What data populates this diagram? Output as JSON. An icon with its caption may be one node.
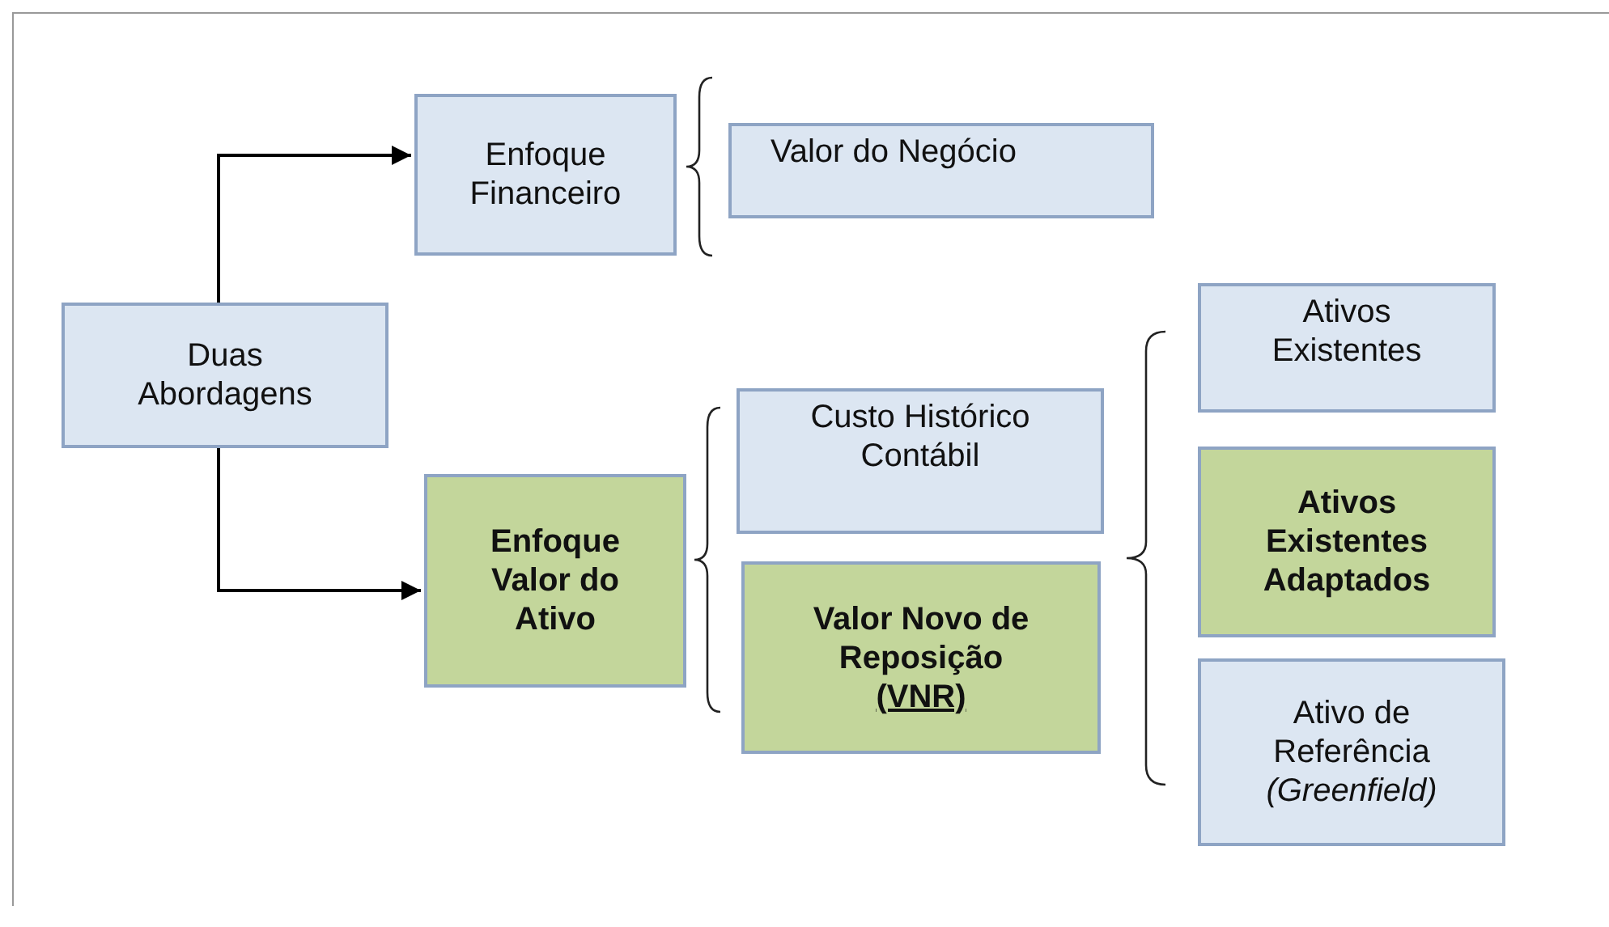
{
  "diagram": {
    "nodes": [
      {
        "text": [
          "Duas Abordagens"
        ]
      },
      {
        "text": [
          "Enfoque Financeiro"
        ]
      },
      {
        "text": [
          "Valor do Negócio"
        ]
      },
      {
        "text": [
          "Enfoque Valor do Ativo"
        ]
      },
      {
        "text": [
          "Custo Histórico Contábil"
        ]
      },
      {
        "text": [
          "Valor Novo de Reposição",
          "(VNR)"
        ]
      },
      {
        "text": [
          "Ativos Existentes"
        ]
      },
      {
        "text": [
          "Ativos Existentes Adaptados"
        ]
      },
      {
        "text": [
          "Ativo de Referência *(Greenfield)*"
        ]
      }
    ],
    "edges": [
      {
        "from": 0,
        "to": 1,
        "arrow": "to"
      },
      {
        "from": 0,
        "to": 3,
        "arrow": "to"
      }
    ]
  }
}
